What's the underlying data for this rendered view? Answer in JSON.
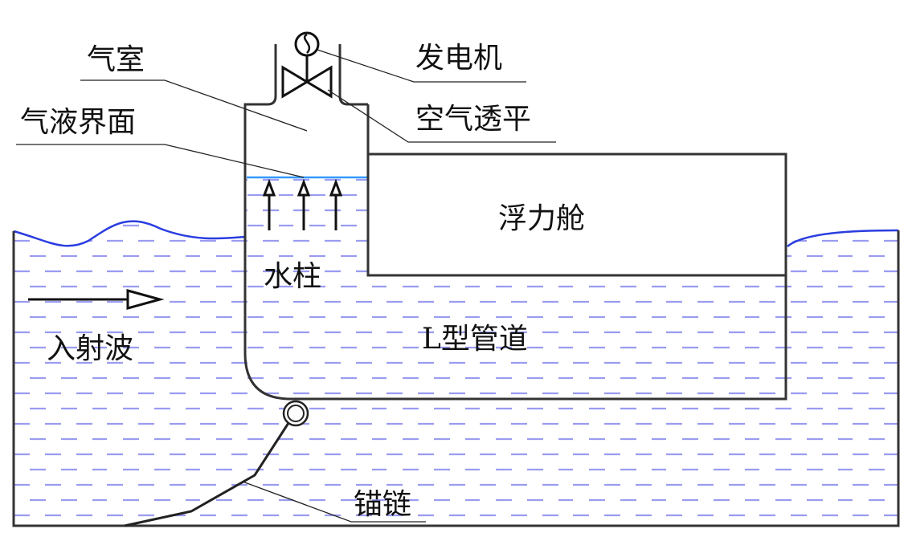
{
  "labels": {
    "air_chamber": "气室",
    "interface": "气液界面",
    "generator": "发电机",
    "air_turbine": "空气透平",
    "buoyancy_chamber": "浮力舱",
    "water_column": "水柱",
    "l_pipe": "L型管道",
    "incident_wave": "入射波",
    "mooring_chain": "锚链"
  },
  "colors": {
    "water_surface": "#2a3de0",
    "interface_line": "#3399ff",
    "water_dash": "#9a9cf0",
    "outline": "#333333"
  }
}
